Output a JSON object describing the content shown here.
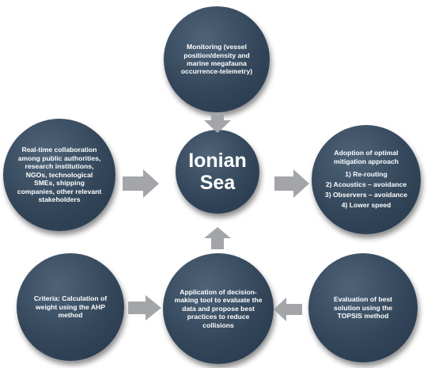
{
  "diagram": {
    "center": {
      "line1": "Ionian",
      "line2": "Sea"
    },
    "top": {
      "text": "Monitoring (vessel position/density and marine megafauna occurrence-telemetry)"
    },
    "left": {
      "text": "Real-time collaboration among public authorities, research institutions, NGOs, technological SMEs, shipping companies, other relevant stakeholders"
    },
    "right": {
      "heading": "Adoption of optimal mitigation approach",
      "items": [
        "1) Re-routing",
        "2) Acoustics – avoidance",
        "3) Observers – avoidance",
        "4) Lower speed"
      ]
    },
    "bottom_left": {
      "text": "Criteria: Calculation of weight using the AHP method"
    },
    "bottom_center": {
      "text": "Application of decision-making tool to evaluate the data and propose best practices to reduce collisions"
    },
    "bottom_right": {
      "text": "Evaluation of best solution using the TOPSIS method"
    }
  },
  "colors": {
    "node": "#33465a",
    "arrow": "#a3a5a8",
    "text": "#ffffff"
  }
}
